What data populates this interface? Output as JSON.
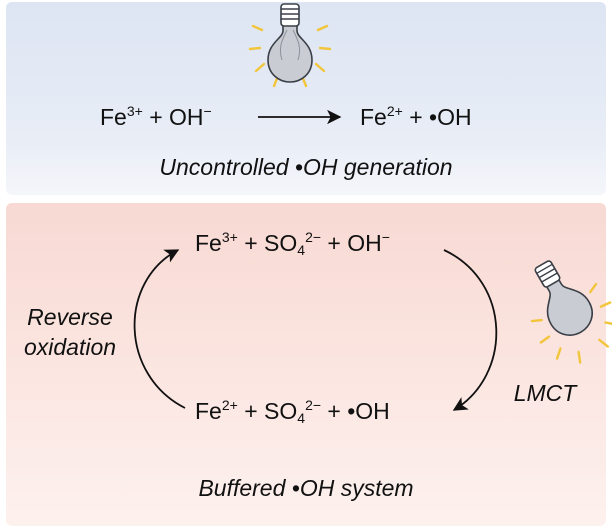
{
  "top_panel": {
    "reactant": {
      "fe": "Fe",
      "fe_charge": "3+",
      "plus": " + ",
      "oh": "OH",
      "oh_charge": "−"
    },
    "product": {
      "fe": "Fe",
      "fe_charge": "2+",
      "rest": " + •OH"
    },
    "caption": "Uncontrolled •OH generation"
  },
  "bottom_panel": {
    "top_species": {
      "fe": "Fe",
      "fe_charge": "3+",
      "mid": " + SO",
      "so_sub": "4",
      "so_charge": "2−",
      "tail": " + OH",
      "oh_charge": "−"
    },
    "bottom_species": {
      "fe": "Fe",
      "fe_charge": "2+",
      "mid": " + SO",
      "so_sub": "4",
      "so_charge": "2−",
      "tail": " + •OH"
    },
    "left_label_line1": "Reverse",
    "left_label_line2": "oxidation",
    "right_label": "LMCT",
    "caption": "Buffered •OH system"
  },
  "colors": {
    "top_panel_bg": "#dde5f3",
    "bottom_panel_bg": "#f8d9d3",
    "bulb_glass": "#c9ccd3",
    "bulb_rays": "#f2c53a",
    "text": "#111111"
  },
  "icons": [
    "light-bulb-icon",
    "light-bulb-icon"
  ]
}
